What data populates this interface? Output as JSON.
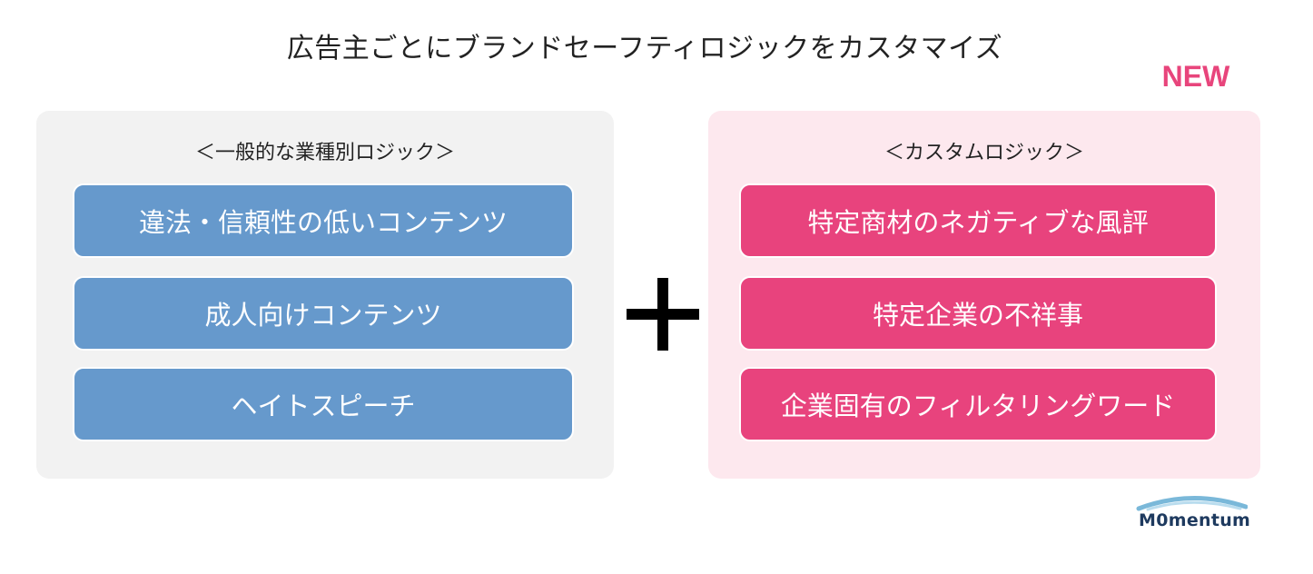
{
  "title": "広告主ごとにブランドセーフティロジックをカスタマイズ",
  "badge": "NEW",
  "left_panel": {
    "heading": "＜一般的な業種別ロジック＞",
    "items": [
      "違法・信頼性の低いコンテンツ",
      "成人向けコンテンツ",
      "ヘイトスピーチ"
    ]
  },
  "operator": "+",
  "right_panel": {
    "heading": "＜カスタムロジック＞",
    "items": [
      "特定商材のネガティブな風評",
      "特定企業の不祥事",
      "企業固有のフィルタリングワード"
    ]
  },
  "logo": {
    "text": "M0mentum"
  },
  "colors": {
    "left_panel_bg": "#f2f2f2",
    "left_item_bg": "#6699cc",
    "right_panel_bg": "#fde8ee",
    "right_item_bg": "#e8437d",
    "badge": "#e8457c"
  }
}
